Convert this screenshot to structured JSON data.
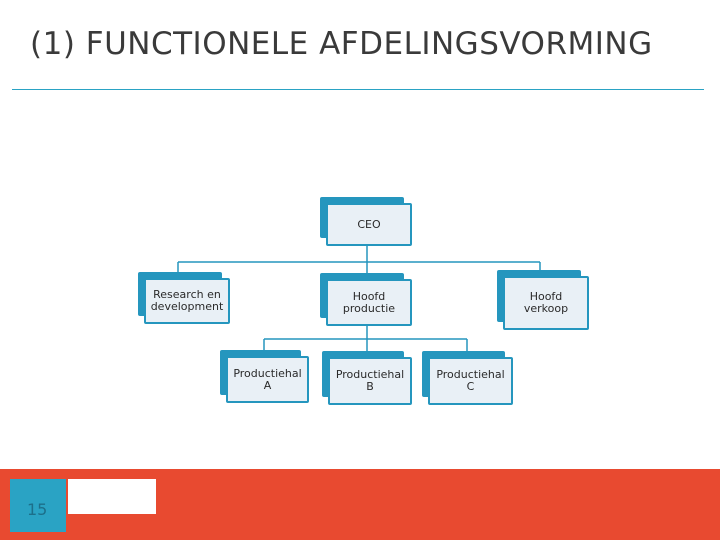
{
  "slide": {
    "title": "(1) FUNCTIONELE AFDELINGSVORMING",
    "page_number": "15"
  },
  "org_chart": {
    "ceo": "CEO",
    "research": "Research en\ndevelopment",
    "production_head": "Hoofd\nproductie",
    "sales_head": "Hoofd\nverkoop",
    "hall_a": "Productiehal\nA",
    "hall_b": "Productiehal\nB",
    "hall_c": "Productiehal\nC"
  },
  "colors": {
    "accent_blue": "#2596be",
    "footer_orange": "#e84a30",
    "tile_blue": "#2aa3c4"
  }
}
